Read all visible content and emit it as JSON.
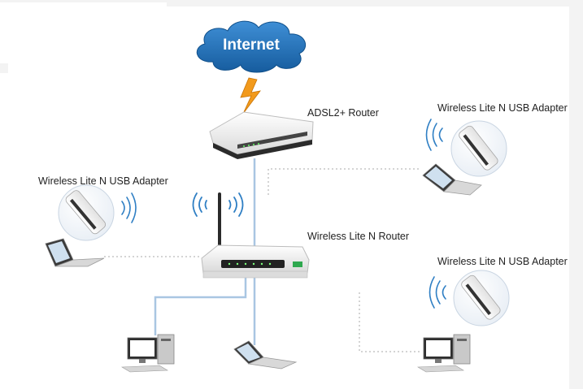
{
  "cloud": {
    "label": "Internet"
  },
  "labels": {
    "adsl_router": "ADSL2+ Router",
    "wireless_router": "Wireless Lite N Router",
    "adapter_top_right": "Wireless Lite N USB Adapter",
    "adapter_left": "Wireless Lite N USB Adapter",
    "adapter_bottom_right": "Wireless Lite N USB Adapter"
  },
  "colors": {
    "cloud": "#1f6fb5",
    "lightning": "#f29a1c",
    "wired_link": "#a9c6e2",
    "wireless_link": "#a8a8a8",
    "signal_waves": "#2f7fc4"
  }
}
